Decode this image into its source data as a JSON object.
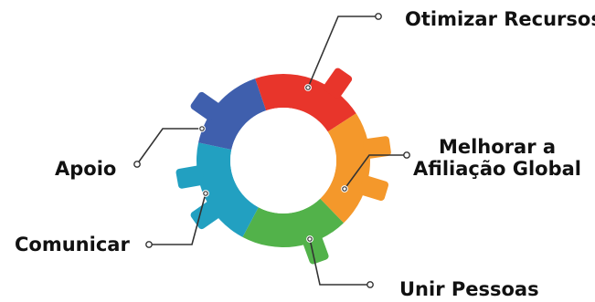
{
  "diagram": {
    "segments": [
      {
        "id": "otimizar",
        "label": "Otimizar Recursos",
        "color": "#e8352b"
      },
      {
        "id": "melhorar",
        "label_line1": "Melhorar a",
        "label_line2": "Afiliação Global",
        "color": "#f4982b"
      },
      {
        "id": "unir",
        "label": "Unir Pessoas",
        "color": "#52b24a"
      },
      {
        "id": "comunicar",
        "label": "Comunicar",
        "color": "#22a0c1"
      },
      {
        "id": "apoio",
        "label": "Apoio",
        "color": "#3f5fad"
      }
    ],
    "connector_color": "#333333",
    "background": "#ffffff"
  }
}
